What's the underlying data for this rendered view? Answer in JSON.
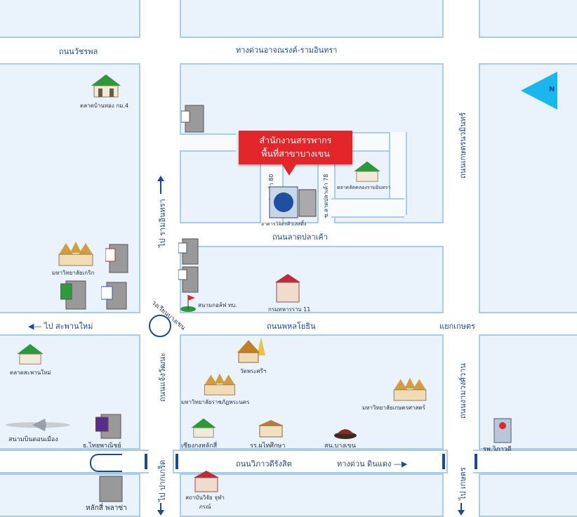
{
  "roads": {
    "wacharaphon": "ถนนวัชรพล",
    "expressway_top": "ทางด่วนอาจณรงค์-รามอินทรา",
    "kaset_nawamin": "ถนนเกษตรนวมินทร์",
    "to_ramintra": "ไป รามอินทรา",
    "soi_80": "ซ.ลาดปลาเค้า 80",
    "soi_78": "ซ.ลาดปลาเค้า 78",
    "lat_pla_khao": "ถนนลาดปลาเค้า",
    "to_saphan_mai": "ไป สะพานใหม่",
    "phahonyothin": "ถนนพหลโยธิน",
    "kaset_intersection": "แยกเกษตร",
    "circle": "วงเวียนบางเขน",
    "ngam_wong_wan": "ถนนงามวงศ์วาน",
    "kaset_lane": "ถนนแจ้งวัฒนะ",
    "vibhavadi": "ถนนวิภาวดีรังสิต",
    "expressway_bottom": "ทางด่วน ดินแดง",
    "to_pak_kret": "ไป ปากเกร็ด",
    "to_kaset": "ไป เกษตร"
  },
  "callout": {
    "line1": "สำนักงานสรรพากร",
    "line2": "พื้นที่สาขาบางเขน"
  },
  "places": {
    "talad_tong": "ตลาดบ้านทอง กม.4",
    "office_building": "อาคารวิจิตรคิวเลสติ้ง",
    "talad_ramintra": "ตลาดลัดคลองรามอินทรา",
    "rajabhat_phranakhon_north": "มหาวิทยาลัยเกริก",
    "golf": "สนามกอล์ฟ ทบ.",
    "army_11": "กรมทหารราบ 11",
    "talad_saphan_mai": "ตลาดสะพานใหม่",
    "wat_phra_si": "วัดพระศรีฯ",
    "rajabhat": "มหาวิทยาลัยราชภัฏพระนคร",
    "kasetsart": "มหาวิทยาลัยเกษตรศาสตร์",
    "airport": "สนามบินดอนเมือง",
    "scb": "ธ.ไทยพาณิชย์",
    "school": "รร.ผไทศึกษา",
    "lak_si_bank": "เซียงกงหลักสี่",
    "police": "สน.บางเขน",
    "vibhavadi_hospital": "รพ.วิภาวดี",
    "lak_si_plaza": "หลักสี่ พลาซ่า",
    "chulabhorn": "สถาบันวิจัย จุฬาภรณ์"
  },
  "compass": {
    "label": "N"
  },
  "colors": {
    "road_border": "#a9cde8",
    "block_fill": "#eaf3fb",
    "label": "#1c4a8a",
    "callout": "#e3262a"
  }
}
